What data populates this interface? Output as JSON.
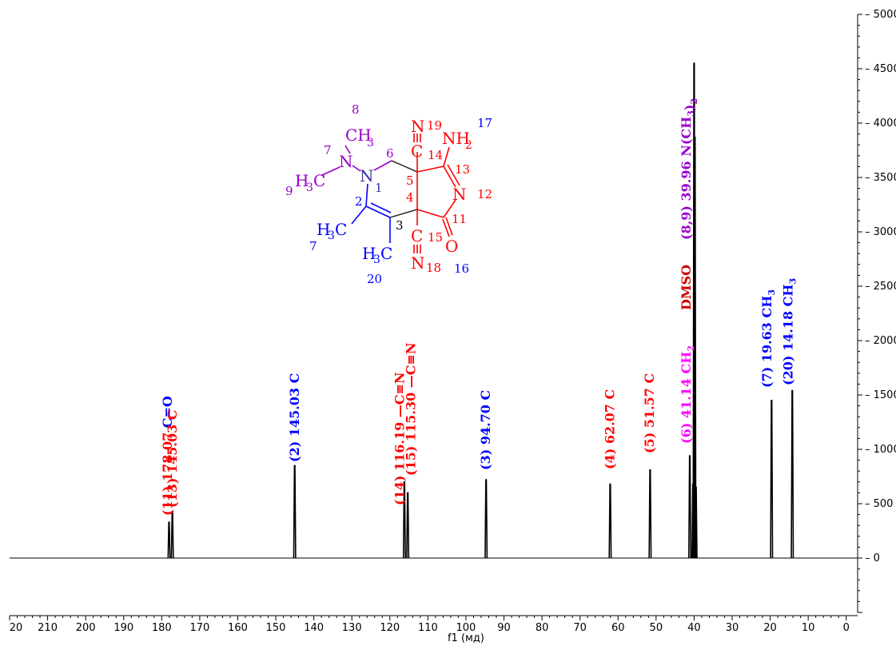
{
  "chart_data": {
    "type": "line",
    "title": "",
    "xlabel": "f1 (мд)",
    "ylabel": "",
    "xlim": [
      -3,
      220
    ],
    "x_reversed": true,
    "ylim": [
      -500,
      5000
    ],
    "x_ticks": [
      20,
      210,
      200,
      190,
      180,
      170,
      160,
      150,
      140,
      130,
      120,
      110,
      100,
      90,
      80,
      70,
      60,
      50,
      40,
      30,
      20,
      10,
      0
    ],
    "x_tick_positions": [
      220,
      210,
      200,
      190,
      180,
      170,
      160,
      150,
      140,
      130,
      120,
      110,
      100,
      90,
      80,
      70,
      60,
      50,
      40,
      30,
      20,
      10,
      0
    ],
    "y_ticks": [
      0,
      500,
      1000,
      1500,
      2000,
      2500,
      3000,
      3500,
      4000,
      4500,
      5000
    ],
    "series": [
      {
        "peaks": [
          {
            "x": 178.07,
            "y": 330
          },
          {
            "x": 177.2,
            "y": 430
          },
          {
            "x": 145.03,
            "y": 850
          },
          {
            "x": 116.19,
            "y": 700
          },
          {
            "x": 115.3,
            "y": 600
          },
          {
            "x": 94.7,
            "y": 720
          },
          {
            "x": 62.07,
            "y": 680
          },
          {
            "x": 51.57,
            "y": 810
          },
          {
            "x": 41.14,
            "y": 940
          },
          {
            "x": 40.3,
            "y": 680
          },
          {
            "x": 40.0,
            "y": 4550
          },
          {
            "x": 39.8,
            "y": 3870
          },
          {
            "x": 39.5,
            "y": 650
          },
          {
            "x": 19.63,
            "y": 1450
          },
          {
            "x": 14.18,
            "y": 1540
          }
        ]
      }
    ],
    "annotations": [
      {
        "x": 178.4,
        "parts": [
          {
            "text": "(11) 178.07 ",
            "color": "#ff0000"
          },
          {
            "text": "C=O",
            "color": "#0000ff"
          }
        ]
      },
      {
        "x": 177.1,
        "parts": [
          {
            "text": "(13) 145.03 C",
            "color": "#ff0000"
          }
        ]
      },
      {
        "x": 145.0,
        "parts": [
          {
            "text": "(2) 145.03 C",
            "color": "#0000ff"
          }
        ]
      },
      {
        "x": 117.3,
        "parts": [
          {
            "text": "(14) 116.19 ",
            "color": "#ff0000"
          },
          {
            "text": "—C≡N",
            "color": "#ff0000"
          }
        ]
      },
      {
        "x": 114.4,
        "parts": [
          {
            "text": "(15) 115.30 ",
            "color": "#ff0000"
          },
          {
            "text": "—C≡N",
            "color": "#ff0000"
          }
        ]
      },
      {
        "x": 94.7,
        "parts": [
          {
            "text": "(3) 94.70 C",
            "color": "#0000ff"
          }
        ]
      },
      {
        "x": 62.0,
        "parts": [
          {
            "text": "(4) 62.07 C",
            "color": "#ff0000"
          }
        ]
      },
      {
        "x": 51.6,
        "parts": [
          {
            "text": "(5) 51.57 C",
            "color": "#ff0000"
          }
        ]
      },
      {
        "x": 42.0,
        "parts": [
          {
            "text": "(6) 41.14 CH",
            "color": "#ff00ff"
          },
          {
            "text": "2",
            "color": "#ff00ff",
            "sub": true
          }
        ]
      },
      {
        "x": 42.0,
        "parts": [
          {
            "text": "DMSO",
            "color": "#cc0000"
          }
        ]
      },
      {
        "x": 42.0,
        "parts": [
          {
            "text": "(8,9) 39.96 N(CH",
            "color": "#9900cc"
          },
          {
            "text": "3",
            "color": "#9900cc",
            "sub": true
          },
          {
            "text": ")",
            "color": "#9900cc"
          },
          {
            "text": "2",
            "color": "#9900cc",
            "sub": true
          }
        ]
      },
      {
        "x": 20.8,
        "parts": [
          {
            "text": "(7) 19.63 CH",
            "color": "#0000ff"
          },
          {
            "text": "3",
            "color": "#0000ff",
            "sub": true
          }
        ]
      },
      {
        "x": 15.2,
        "parts": [
          {
            "text": "(20) 14.18 CH",
            "color": "#0000ff"
          },
          {
            "text": "3",
            "color": "#0000ff",
            "sub": true
          }
        ]
      }
    ],
    "molecule": {
      "labels": [
        {
          "text": "8",
          "color": "#9900cc"
        },
        {
          "text": "CH",
          "color": "#9900cc"
        },
        {
          "text": "3",
          "color": "#9900cc"
        },
        {
          "text": "7",
          "color": "#9900cc"
        },
        {
          "text": "N",
          "color": "#9900cc"
        },
        {
          "text": "9",
          "color": "#9900cc"
        },
        {
          "text": "H",
          "color": "#9900cc"
        },
        {
          "text": "3",
          "color": "#9900cc"
        },
        {
          "text": "C",
          "color": "#9900cc"
        },
        {
          "text": "N",
          "color": "#333399"
        },
        {
          "text": "1",
          "color": "#333399"
        },
        {
          "text": "6",
          "color": "#9900cc"
        },
        {
          "text": "2",
          "color": "#0000ff"
        },
        {
          "text": "3",
          "color": "#000000"
        },
        {
          "text": "H",
          "color": "#0000ff"
        },
        {
          "text": "3",
          "color": "#0000ff"
        },
        {
          "text": "C",
          "color": "#0000ff"
        },
        {
          "text": "7",
          "color": "#0000ff"
        },
        {
          "text": "H",
          "color": "#0000ff"
        },
        {
          "text": "3",
          "color": "#0000ff"
        },
        {
          "text": "C",
          "color": "#0000ff"
        },
        {
          "text": "20",
          "color": "#0000ff"
        },
        {
          "text": "5",
          "color": "#ff0000"
        },
        {
          "text": "4",
          "color": "#ff0000"
        },
        {
          "text": "N",
          "color": "#ff0000"
        },
        {
          "text": "19",
          "color": "#ff0000"
        },
        {
          "text": "C",
          "color": "#ff0000"
        },
        {
          "text": "14",
          "color": "#ff0000"
        },
        {
          "text": "NH",
          "color": "#ff0000"
        },
        {
          "text": "2",
          "color": "#ff0000"
        },
        {
          "text": "17",
          "color": "#0000ff"
        },
        {
          "text": "13",
          "color": "#ff0000"
        },
        {
          "text": "N",
          "color": "#ff0000"
        },
        {
          "text": "12",
          "color": "#ff0000"
        },
        {
          "text": "11",
          "color": "#ff0000"
        },
        {
          "text": "O",
          "color": "#ff0000"
        },
        {
          "text": "16",
          "color": "#0000ff"
        },
        {
          "text": "C",
          "color": "#ff0000"
        },
        {
          "text": "15",
          "color": "#ff0000"
        },
        {
          "text": "N",
          "color": "#ff0000"
        },
        {
          "text": "18",
          "color": "#ff0000"
        }
      ]
    }
  }
}
